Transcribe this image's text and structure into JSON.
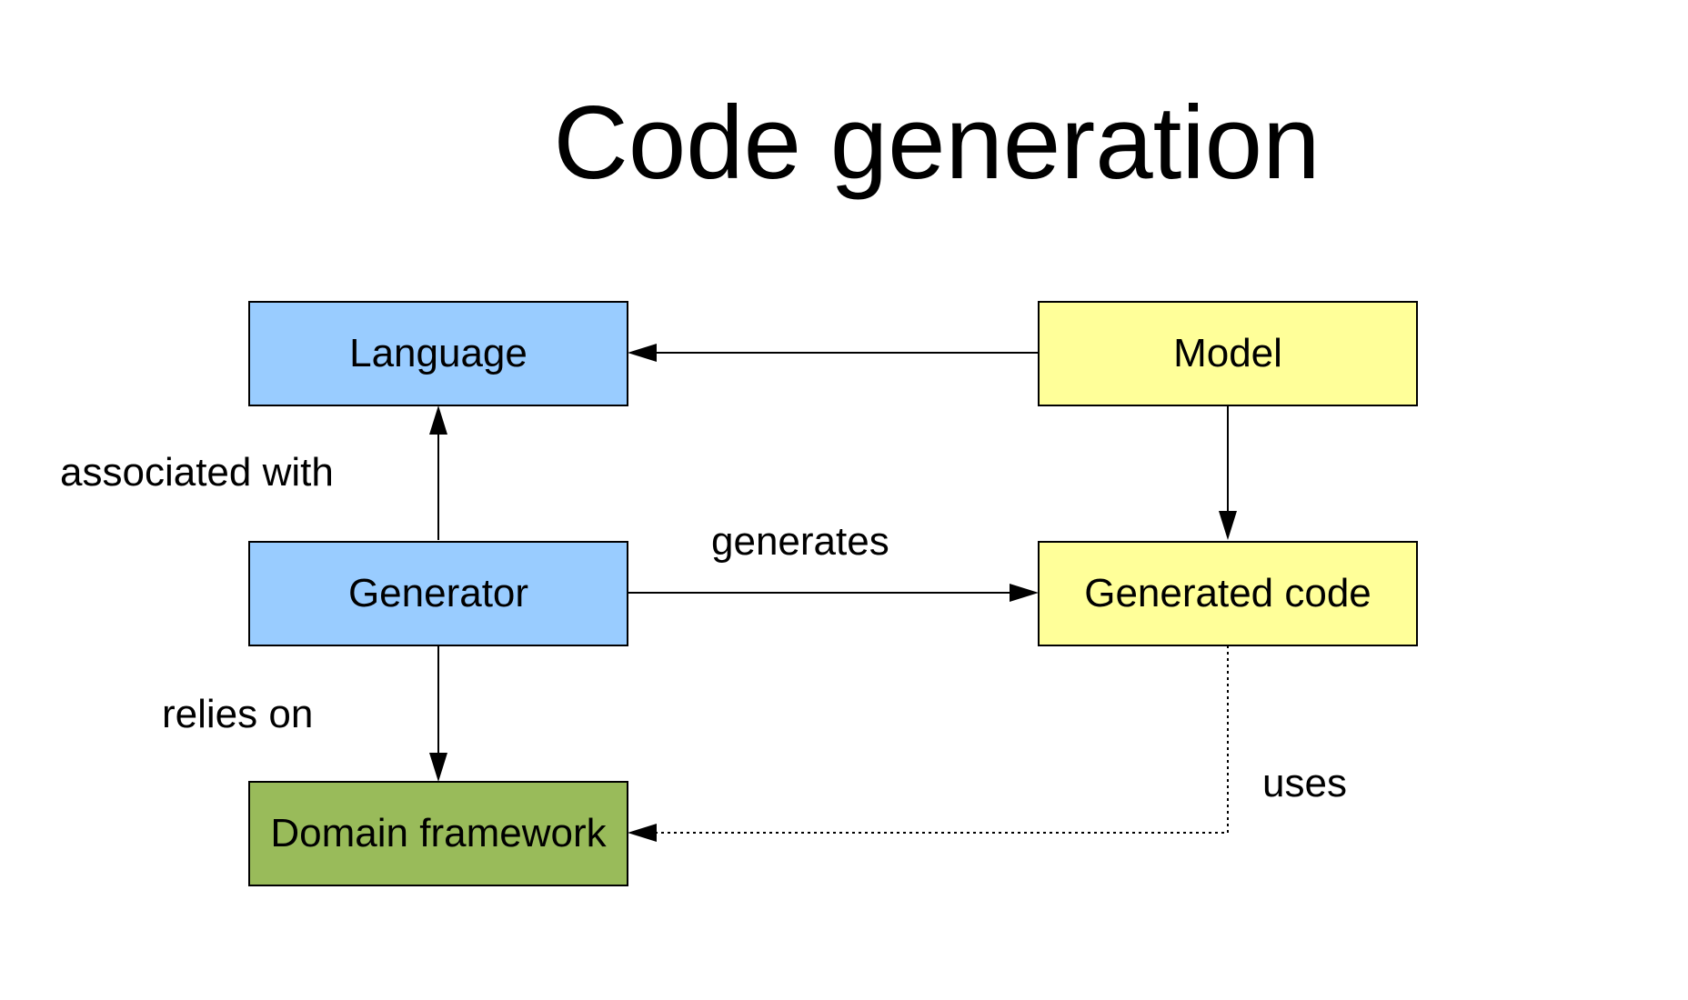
{
  "title": "Code generation",
  "colors": {
    "blue_box": "#99ccff",
    "yellow_box": "#ffff99",
    "green_box": "#99bb5a",
    "line": "#000000"
  },
  "nodes": {
    "language": {
      "label": "Language"
    },
    "model": {
      "label": "Model"
    },
    "generator": {
      "label": "Generator"
    },
    "generated_code": {
      "label": "Generated code"
    },
    "domain_framework": {
      "label": "Domain framework"
    }
  },
  "edges": {
    "model_to_language": {
      "label": "",
      "style": "solid"
    },
    "generator_to_language": {
      "label": "associated with",
      "style": "solid"
    },
    "model_to_generated_code": {
      "label": "",
      "style": "solid"
    },
    "generator_to_generated_code": {
      "label": "generates",
      "style": "solid"
    },
    "generator_to_domain_framework": {
      "label": "relies on",
      "style": "solid"
    },
    "generated_code_to_domain_framework": {
      "label": "uses",
      "style": "dotted"
    }
  }
}
